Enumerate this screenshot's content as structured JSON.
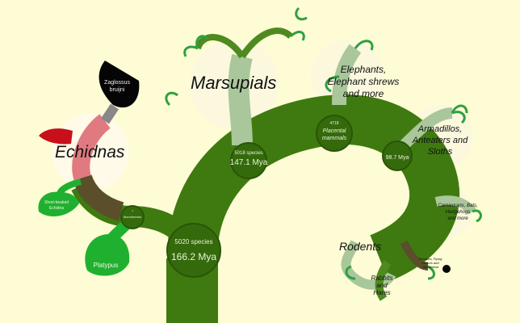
{
  "colors": {
    "background": "#fdfcd4",
    "trunk": "#3f7a10",
    "node": "#356a0c",
    "lightbranch": "#a9c79a",
    "bright": "#20b030",
    "monotreme": "#5a4f2a"
  },
  "nodes": {
    "root": {
      "species": "5020 species",
      "age": "166.2 Mya"
    },
    "monotremes": {
      "count": "4",
      "name": "Monotremes"
    },
    "theria": {
      "species": "5018 species",
      "age": "147.1 Mya"
    },
    "placentals": {
      "count": "4718",
      "name1": "Placental",
      "name2": "mammals"
    },
    "boreo": {
      "species": "",
      "age": "98.7 Mya"
    }
  },
  "clades": {
    "echidnas": "Echidnas",
    "marsupials": "Marsupials",
    "elephants": [
      "Elephants,",
      "Elephant shrews",
      "and more"
    ],
    "armadillos": [
      "Armadillos,",
      "Anteaters and",
      "Sloths"
    ],
    "carnivorans": [
      "Carnivorans, Bats,",
      "Hedgehogs",
      "and more"
    ],
    "rodents": "Rodents",
    "primates": [
      "Primates, Flying",
      "Lemurs and",
      "Treeshrews"
    ],
    "rabbits": [
      "Rabbits",
      "and",
      "Hares"
    ]
  },
  "leaves": {
    "zaglossus": [
      "Zaglossus",
      "bruijni"
    ],
    "short_beaked": [
      "Short-beaked",
      "Echidna"
    ],
    "platypus": "Platypus"
  }
}
